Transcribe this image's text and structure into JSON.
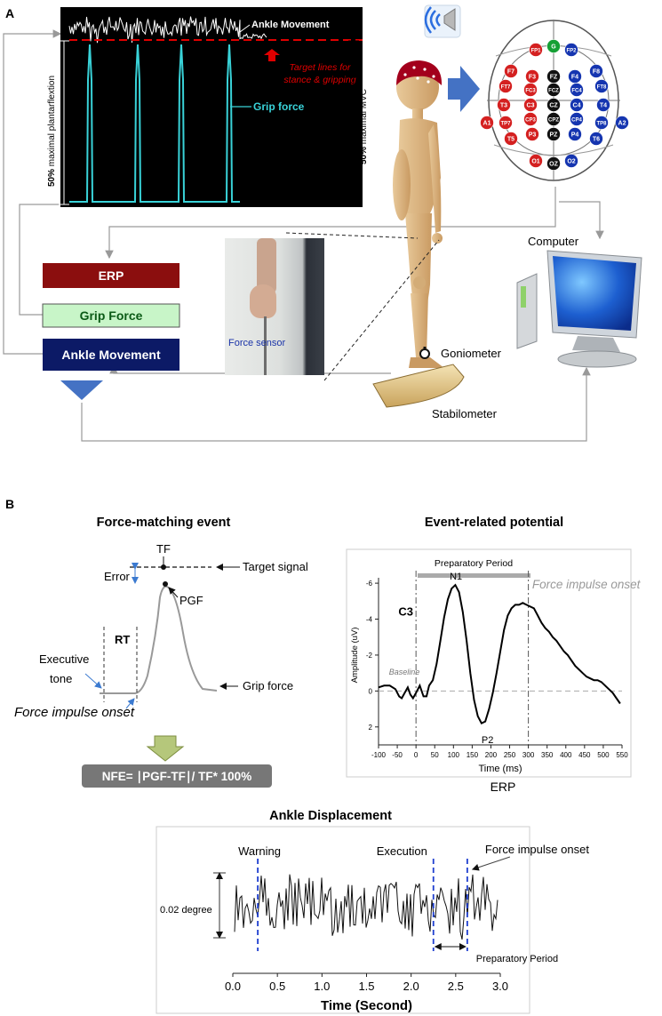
{
  "panel_a": {
    "label": "A",
    "monitor": {
      "ankle_movement": "Ankle Movement",
      "target_lines": [
        "Target lines for",
        "stance & gripping"
      ],
      "grip_force": "Grip force",
      "left_axis_bold": "50%",
      "left_axis_rest": " maximal plantarflextion",
      "right_axis_bold": "50%",
      "right_axis_rest": " maximal MVC",
      "trace_colors": {
        "ankle": "#ffffff",
        "grip": "#39d2d8",
        "target": "#e00000"
      }
    },
    "eeg_channels": [
      {
        "name": "FP1",
        "color": "#d42020"
      },
      {
        "name": "G",
        "color": "#16a035"
      },
      {
        "name": "FP2",
        "color": "#1535b0"
      },
      {
        "name": "F7",
        "color": "#d42020"
      },
      {
        "name": "F3",
        "color": "#d42020"
      },
      {
        "name": "FZ",
        "color": "#111111"
      },
      {
        "name": "F4",
        "color": "#1535b0"
      },
      {
        "name": "F8",
        "color": "#1535b0"
      },
      {
        "name": "FT7",
        "color": "#d42020"
      },
      {
        "name": "FC3",
        "color": "#d42020"
      },
      {
        "name": "FCZ",
        "color": "#111111"
      },
      {
        "name": "FC4",
        "color": "#1535b0"
      },
      {
        "name": "FT8",
        "color": "#1535b0"
      },
      {
        "name": "A1",
        "color": "#d42020"
      },
      {
        "name": "T3",
        "color": "#d42020"
      },
      {
        "name": "C3",
        "color": "#d42020"
      },
      {
        "name": "CZ",
        "color": "#111111"
      },
      {
        "name": "C4",
        "color": "#1535b0"
      },
      {
        "name": "T4",
        "color": "#1535b0"
      },
      {
        "name": "A2",
        "color": "#1535b0"
      },
      {
        "name": "TP7",
        "color": "#d42020"
      },
      {
        "name": "CP3",
        "color": "#d42020"
      },
      {
        "name": "CPZ",
        "color": "#111111"
      },
      {
        "name": "CP4",
        "color": "#1535b0"
      },
      {
        "name": "TP8",
        "color": "#1535b0"
      },
      {
        "name": "T5",
        "color": "#d42020"
      },
      {
        "name": "P3",
        "color": "#d42020"
      },
      {
        "name": "PZ",
        "color": "#111111"
      },
      {
        "name": "P4",
        "color": "#1535b0"
      },
      {
        "name": "T6",
        "color": "#1535b0"
      },
      {
        "name": "O1",
        "color": "#d42020"
      },
      {
        "name": "OZ",
        "color": "#111111"
      },
      {
        "name": "O2",
        "color": "#1535b0"
      }
    ],
    "boxes": {
      "erp": "ERP",
      "grip_force": "Grip Force",
      "ankle_movement": "Ankle Movement",
      "colors": {
        "erp": "#8b0e0e",
        "grip": "#c8f5c8",
        "ankle": "#0c1a66"
      }
    },
    "force_sensor": "Force sensor",
    "computer": "Computer",
    "goniometer": "Goniometer",
    "stabilometer": "Stabilometer"
  },
  "panel_b": {
    "label": "B",
    "force_matching": {
      "title": "Force-matching event",
      "tf": "TF",
      "target_signal": "Target signal",
      "error": "Error",
      "pgf": "PGF",
      "rt": "RT",
      "executive_tone": [
        "Executive",
        "tone"
      ],
      "grip_force": "Grip force",
      "force_impulse_onset": "Force impulse onset",
      "formula": "NFE= ∣PGF-TF∣/ TF* 100%"
    },
    "erp": {
      "title": "Event-related potential",
      "preparatory_period": "Preparatory Period",
      "channel": "C3",
      "n1": "N1",
      "p2": "P2",
      "baseline": "Baseline",
      "force_impulse_onset": "Force impulse onset",
      "caption": "ERP"
    },
    "ankle": {
      "title": "Ankle Displacement",
      "warning": "Warning",
      "execution": "Execution",
      "force_impulse_onset": "Force impulse onset",
      "scale": "0.02 degree",
      "preparatory_period": "Preparatory Period"
    }
  },
  "chart_data": [
    {
      "type": "line",
      "xlabel": "Time (ms)",
      "ylabel": "Amplitude (uV)",
      "xlim": [
        -100,
        550
      ],
      "ylim": [
        3,
        -6.5
      ],
      "xticks": [
        -100,
        -50,
        0,
        50,
        100,
        150,
        200,
        250,
        300,
        350,
        400,
        450,
        500,
        550
      ],
      "yticks": [
        -6,
        -4,
        -2,
        0,
        2
      ],
      "x": [
        -100,
        -85,
        -70,
        -55,
        -45,
        -38,
        -30,
        -22,
        -15,
        -8,
        0,
        10,
        20,
        28,
        35,
        45,
        55,
        65,
        75,
        85,
        95,
        105,
        115,
        125,
        135,
        145,
        155,
        165,
        175,
        185,
        195,
        205,
        215,
        225,
        235,
        245,
        255,
        265,
        275,
        285,
        295,
        305,
        315,
        325,
        335,
        345,
        355,
        365,
        375,
        385,
        395,
        405,
        415,
        425,
        435,
        445,
        455,
        465,
        475,
        485,
        495,
        505,
        515,
        525,
        535,
        545
      ],
      "y": [
        -0.2,
        -0.3,
        -0.3,
        -0.1,
        0.3,
        0.4,
        0.1,
        -0.2,
        0.2,
        0.4,
        0.1,
        -0.3,
        0.3,
        0.3,
        -0.3,
        -0.6,
        -1.5,
        -2.8,
        -4.1,
        -5.1,
        -5.7,
        -5.9,
        -5.5,
        -4.4,
        -2.8,
        -1.0,
        0.5,
        1.4,
        1.8,
        1.7,
        1.0,
        0.1,
        -1.0,
        -2.2,
        -3.4,
        -4.2,
        -4.6,
        -4.8,
        -4.8,
        -4.9,
        -4.8,
        -4.7,
        -4.6,
        -4.2,
        -3.8,
        -3.5,
        -3.3,
        -3.0,
        -2.8,
        -2.5,
        -2.2,
        -2.0,
        -1.7,
        -1.4,
        -1.2,
        -1.0,
        -0.8,
        -0.7,
        -0.6,
        -0.6,
        -0.5,
        -0.3,
        -0.1,
        0.1,
        0.4,
        0.7
      ]
    },
    {
      "type": "line",
      "xlabel": "Time (Second)",
      "xlim": [
        0,
        3.0
      ],
      "xticks": [
        0.0,
        0.5,
        1.0,
        1.5,
        2.0,
        2.5,
        3.0
      ],
      "events": {
        "warning": 0.28,
        "execution": 2.25,
        "force_impulse_onset": 2.63
      }
    }
  ]
}
